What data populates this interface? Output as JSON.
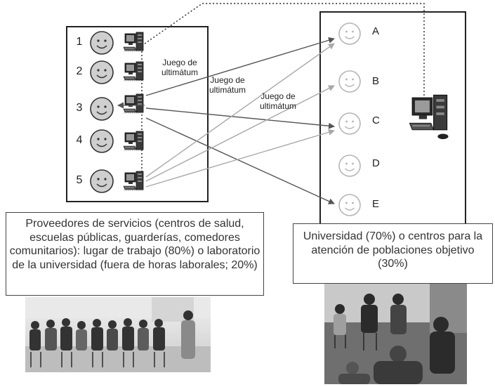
{
  "left_group": {
    "numbers": [
      "1",
      "2",
      "3",
      "4",
      "5"
    ]
  },
  "right_group": {
    "letters": [
      "A",
      "B",
      "C",
      "D",
      "E"
    ]
  },
  "game_labels": [
    [
      "Juego de",
      "ultimátum"
    ],
    [
      "Juego de",
      "ultimátum"
    ],
    [
      "Juego de",
      "ultimátum"
    ]
  ],
  "captions": {
    "left": "Proveedores de servicios (centros de salud, escuelas públicas, guarderías, comedores comunitarios): lugar de trabajo (80%) o laboratorio de la universidad (fuera de horas laborales; 20%)",
    "right": "Universidad (70%) o centros para la atención de poblaciones objetivo (30%)"
  },
  "colors": {
    "border": "#222222",
    "face_left_fill": "#cfcfcf",
    "face_right_stroke": "#b5b5b5",
    "arrow_dark": "#555555",
    "arrow_light": "#a8a8a8"
  }
}
